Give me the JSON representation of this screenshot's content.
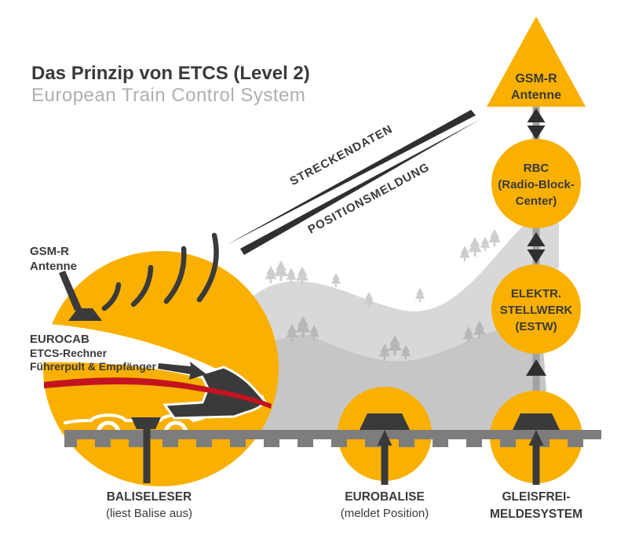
{
  "colors": {
    "yellow": "#F9B000",
    "dark": "#3A3A3A",
    "red": "#C31320",
    "gray_subtitle": "#AFAFAF",
    "hill_back": "#D8D8D8",
    "hill_front": "#C6C6C6",
    "tree_light": "#CDCDCD",
    "tree_dark": "#B7B7B7",
    "track": "#7D7D7D",
    "stem": "#A2A2A2",
    "arrow_dark": "#2F2F2F"
  },
  "header": {
    "title": "Das Prinzip von ETCS (Level 2)",
    "subtitle": "European Train Control System"
  },
  "antenna_top": {
    "line1": "GSM-R",
    "line2": "Antenne"
  },
  "rbc": {
    "line1": "RBC",
    "line2": "(Radio-Block-",
    "line3": "Center)"
  },
  "estw": {
    "line1": "ELEKTR.",
    "line2": "STELLWERK",
    "line3": "(ESTW)"
  },
  "links": {
    "streckendaten": "STRECKENDATEN",
    "positionsmeldung": "POSITIONSMELDUNG"
  },
  "train": {
    "antenna_line1": "GSM-R",
    "antenna_line2": "Antenne",
    "eurocab_line1": "EUROCAB",
    "eurocab_line2": "ETCS-Rechner",
    "eurocab_line3": "Führerpult & Empfänger"
  },
  "ground": {
    "baliseleser_line1": "BALISELESER",
    "baliseleser_line2": "(liest Balise aus)",
    "eurobalise_line1": "EUROBALISE",
    "eurobalise_line2": "(meldet Position)",
    "gleisfrei_line1": "GLEISFREI-",
    "gleisfrei_line2": "MELDESYSTEM"
  }
}
